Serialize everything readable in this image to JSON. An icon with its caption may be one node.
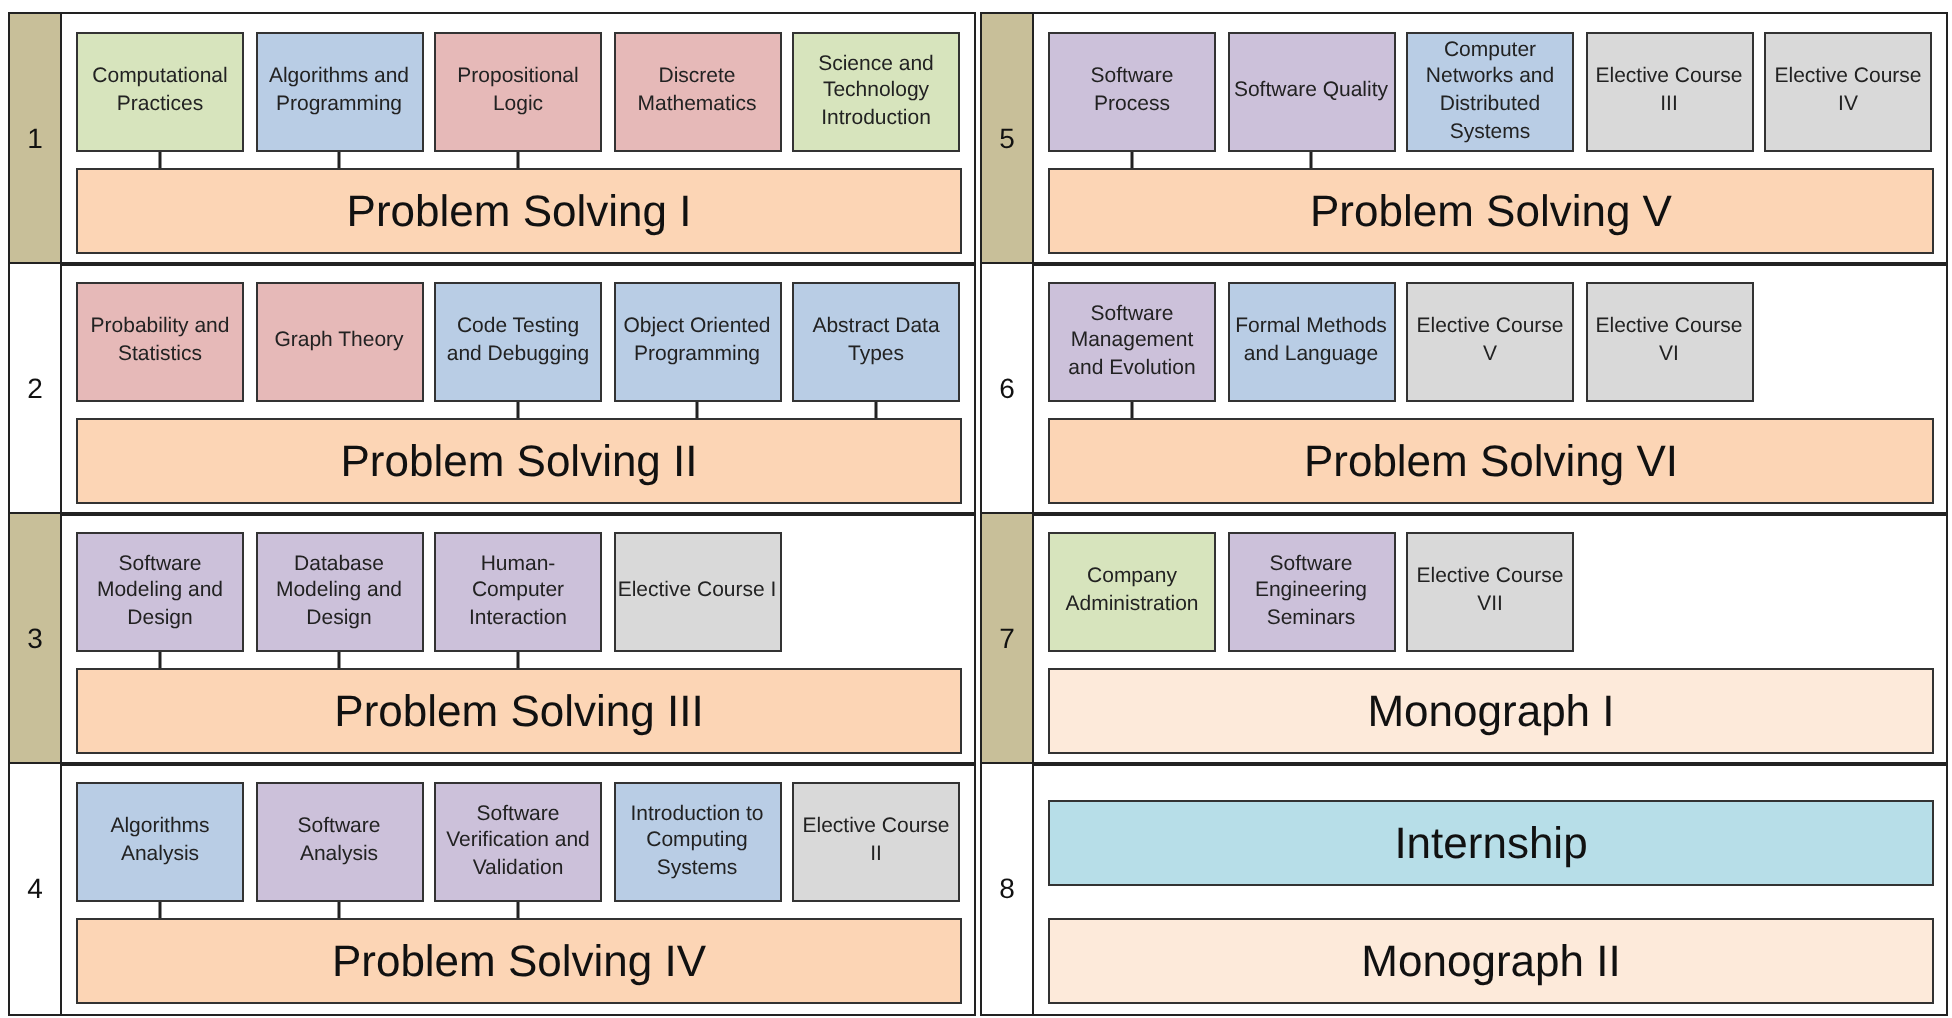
{
  "diagram": {
    "nodes": [
      {
        "text": [
          "1"
        ]
      },
      {
        "text": [
          "Computational Practices"
        ],
        "in": 0
      },
      {
        "text": [
          "Algorithms and Programming"
        ],
        "in": 0
      },
      {
        "text": [
          "Propositional Logic"
        ],
        "in": 0
      },
      {
        "text": [
          "Discrete Mathematics"
        ],
        "in": 0
      },
      {
        "text": [
          "Science and Technology Introduction"
        ],
        "in": 0
      },
      {
        "text": [
          "Problem Solving I"
        ],
        "in": 0
      },
      {
        "text": [
          "2"
        ]
      },
      {
        "text": [
          "Probability and Statistics"
        ],
        "in": 7
      },
      {
        "text": [
          "Graph Theory"
        ],
        "in": 7
      },
      {
        "text": [
          "Code Testing and Debugging"
        ],
        "in": 7
      },
      {
        "text": [
          "Object Oriented Programming"
        ],
        "in": 7
      },
      {
        "text": [
          "Abstract Data Types"
        ],
        "in": 7
      },
      {
        "text": [
          "Problem Solving II"
        ],
        "in": 7
      },
      {
        "text": [
          "3"
        ]
      },
      {
        "text": [
          "Software Modeling and Design"
        ],
        "in": 14
      },
      {
        "text": [
          "Database Modeling and Design"
        ],
        "in": 14
      },
      {
        "text": [
          "Human-Computer Interaction"
        ],
        "in": 14
      },
      {
        "text": [
          "Elective Course I"
        ],
        "in": 14
      },
      {
        "text": [
          "Problem Solving III"
        ],
        "in": 14
      },
      {
        "text": [
          "4"
        ]
      },
      {
        "text": [
          "Algorithms Analysis"
        ],
        "in": 20
      },
      {
        "text": [
          "Software Analysis"
        ],
        "in": 20
      },
      {
        "text": [
          "Software Verification and Validation"
        ],
        "in": 20
      },
      {
        "text": [
          "Introduction to Computing Systems"
        ],
        "in": 20
      },
      {
        "text": [
          "Elective Course II"
        ],
        "in": 20
      },
      {
        "text": [
          "Problem Solving IV"
        ],
        "in": 20
      },
      {
        "text": [
          "5"
        ]
      },
      {
        "text": [
          "Software Process"
        ],
        "in": 27
      },
      {
        "text": [
          "Software Quality"
        ],
        "in": 27
      },
      {
        "text": [
          "Computer Networks and Distributed Systems"
        ],
        "in": 27
      },
      {
        "text": [
          "Elective Course III"
        ],
        "in": 27
      },
      {
        "text": [
          "Elective Course IV"
        ],
        "in": 27
      },
      {
        "text": [
          "Problem Solving V"
        ],
        "in": 27
      },
      {
        "text": [
          "6"
        ]
      },
      {
        "text": [
          "Software Management and Evolution"
        ],
        "in": 34
      },
      {
        "text": [
          "Formal Methods and Language"
        ],
        "in": 34
      },
      {
        "text": [
          "Elective Course V"
        ],
        "in": 34
      },
      {
        "text": [
          "Elective Course VI"
        ],
        "in": 34
      },
      {
        "text": [
          "Problem Solving VI"
        ],
        "in": 34
      },
      {
        "text": [
          "7"
        ]
      },
      {
        "text": [
          "Company Administration"
        ],
        "in": 40
      },
      {
        "text": [
          "Software Engineering Seminars"
        ],
        "in": 40
      },
      {
        "text": [
          "Elective Course VII"
        ],
        "in": 40
      },
      {
        "text": [
          "Monograph I"
        ],
        "in": 40
      },
      {
        "text": [
          "8"
        ]
      },
      {
        "text": [
          "Internship"
        ],
        "in": 45
      },
      {
        "text": [
          "Monograph II"
        ],
        "in": 45
      }
    ],
    "edges": [
      {
        "from": 1,
        "to": 6,
        "arrow": "none"
      },
      {
        "from": 2,
        "to": 6,
        "arrow": "none"
      },
      {
        "from": 3,
        "to": 6,
        "arrow": "none"
      },
      {
        "from": 10,
        "to": 13,
        "arrow": "none"
      },
      {
        "from": 11,
        "to": 13,
        "arrow": "none"
      },
      {
        "from": 12,
        "to": 13,
        "arrow": "none"
      },
      {
        "from": 15,
        "to": 19,
        "arrow": "none"
      },
      {
        "from": 16,
        "to": 19,
        "arrow": "none"
      },
      {
        "from": 17,
        "to": 19,
        "arrow": "none"
      },
      {
        "from": 21,
        "to": 26,
        "arrow": "none"
      },
      {
        "from": 22,
        "to": 26,
        "arrow": "none"
      },
      {
        "from": 23,
        "to": 26,
        "arrow": "none"
      },
      {
        "from": 28,
        "to": 33,
        "arrow": "none"
      },
      {
        "from": 29,
        "to": 33,
        "arrow": "none"
      },
      {
        "from": 35,
        "to": 39,
        "arrow": "none"
      }
    ]
  }
}
